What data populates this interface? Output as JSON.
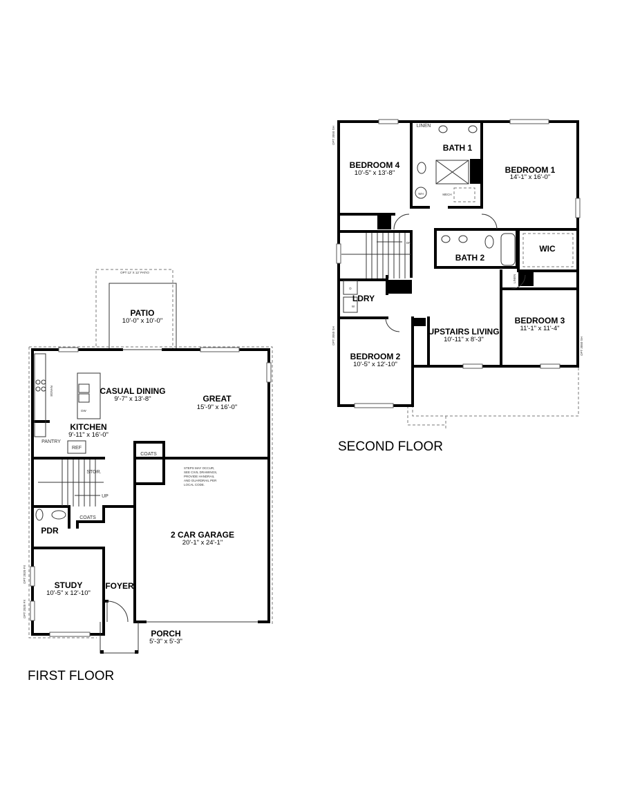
{
  "first_floor": {
    "title": "FIRST FLOOR",
    "rooms": [
      {
        "name": "PATIO",
        "dims": "10'-0\" x 10'-0\""
      },
      {
        "name": "CASUAL DINING",
        "dims": "9'-7\" x 13'-8\""
      },
      {
        "name": "GREAT",
        "dims": "15'-9\" x 16'-0\""
      },
      {
        "name": "KITCHEN",
        "dims": "9'-11\" x 16'-0\""
      },
      {
        "name": "2 CAR GARAGE",
        "dims": "20'-1\" x 24'-1\""
      },
      {
        "name": "STUDY",
        "dims": "10'-5\" x 12'-10\""
      },
      {
        "name": "PORCH",
        "dims": "5'-3\" x 5'-3\""
      },
      {
        "name": "PDR"
      },
      {
        "name": "FOYER"
      }
    ],
    "labels": {
      "opt_patio": "OPT 12' X 12' PATIO",
      "range": "RANGE",
      "dw": "DW",
      "pantry": "PANTRY",
      "ref": "REF",
      "coats_1": "COATS",
      "coats_2": "COATS",
      "stor": "STOR.",
      "up": "UP",
      "steps_note": [
        "STEPS MAY OCCUR,",
        "SEE CIVIL DRAWINGS,",
        "PROVIDE HANDRAIL",
        "AND GUARDRAIL PER",
        "LOCAL CODE."
      ],
      "opt_window_1": "OPT 2020 FX",
      "opt_window_2": "OPT 2020 FX"
    }
  },
  "second_floor": {
    "title": "SECOND FLOOR",
    "rooms": [
      {
        "name": "BEDROOM 4",
        "dims": "10'-5\" x 13'-8\""
      },
      {
        "name": "BATH 1"
      },
      {
        "name": "BEDROOM 1",
        "dims": "14'-1\" x 16'-0\""
      },
      {
        "name": "BATH 2"
      },
      {
        "name": "WIC"
      },
      {
        "name": "LDRY"
      },
      {
        "name": "UPSTAIRS LIVING",
        "dims": "10'-11\" x 8'-3\""
      },
      {
        "name": "BEDROOM 3",
        "dims": "11'-1\" x 11'-4\""
      },
      {
        "name": "BEDROOM 2",
        "dims": "10'-5\" x 12'-10\""
      }
    ],
    "labels": {
      "linen_1": "LINEN",
      "linen_2": "LINEN",
      "wh": "WH",
      "mech": "MECH",
      "dn": "DN",
      "dryer": "D",
      "washer": "W",
      "opt_window_1": "OPT 3050 SH",
      "opt_window_2": "OPT 3050 SH",
      "opt_window_3": "OPT 3050 SH"
    }
  }
}
